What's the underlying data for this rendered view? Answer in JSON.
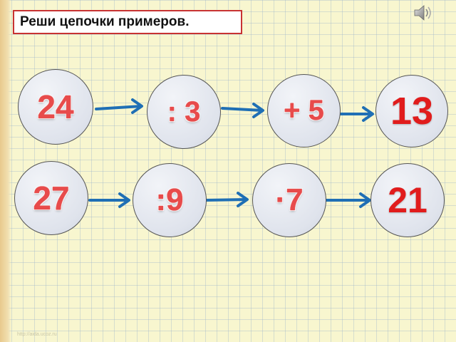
{
  "title": "Реши цепочки примеров.",
  "speaker_icon": "speaker-icon",
  "footer_text": "http://aida.ucoz.ru",
  "colors": {
    "circle_text": "#e84b4b",
    "result_text": "#e11c1c",
    "arrow": "#1f6fb5",
    "title_border": "#c83232"
  },
  "chains": [
    {
      "start": "24",
      "op1": ": 3",
      "op2": "+ 5",
      "result": "13"
    },
    {
      "start": "27",
      "op1": ":9",
      "op2": "·7",
      "result": "21"
    }
  ]
}
